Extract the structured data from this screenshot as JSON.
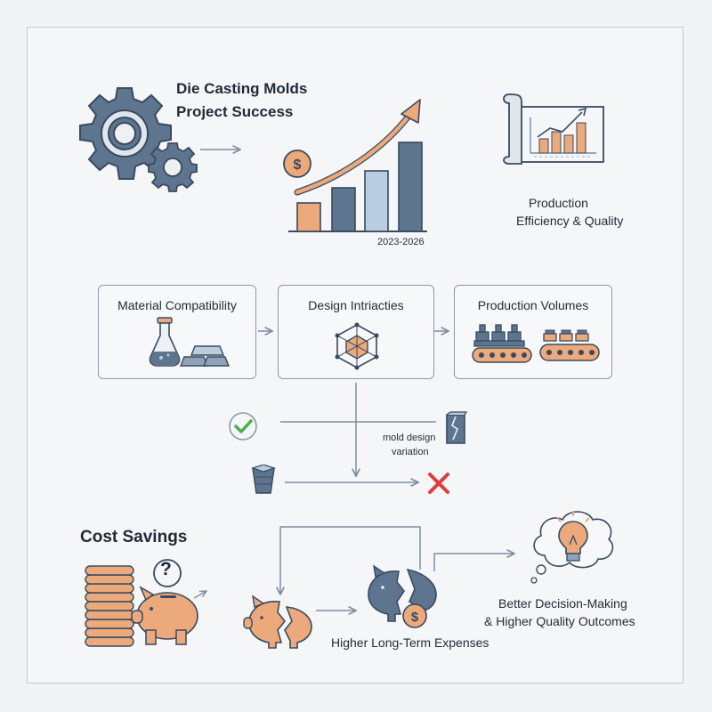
{
  "header": {
    "title_line1": "Die Casting Molds",
    "title_line2": "Project Success",
    "chart_caption": "2023-2026",
    "production_line1": "Production",
    "production_line2": "Efficiency & Quality"
  },
  "factors": [
    {
      "label": "Material Compatibility",
      "icon": "flask-and-ingots-icon"
    },
    {
      "label": "Design Intriacties",
      "icon": "geometric-design-icon"
    },
    {
      "label": "Production Volumes",
      "icon": "conveyor-belt-icon"
    }
  ],
  "branch": {
    "variation_line1": "mold design",
    "variation_line2": "variation"
  },
  "bottom": {
    "cost_savings": "Cost Savings",
    "expenses": "Higher Long-Term Expenses",
    "outcome_line1": "Better Decision-Making",
    "outcome_line2": "& Higher Quality Outcomes",
    "question_mark": "?"
  },
  "colors": {
    "slate_blue": "#5e7590",
    "dark_slate": "#3a4a5e",
    "light_blue": "#b9cde0",
    "orange": "#eba97c",
    "green": "#4caf50",
    "red": "#e03b3b",
    "stroke": "#8c99ab"
  }
}
